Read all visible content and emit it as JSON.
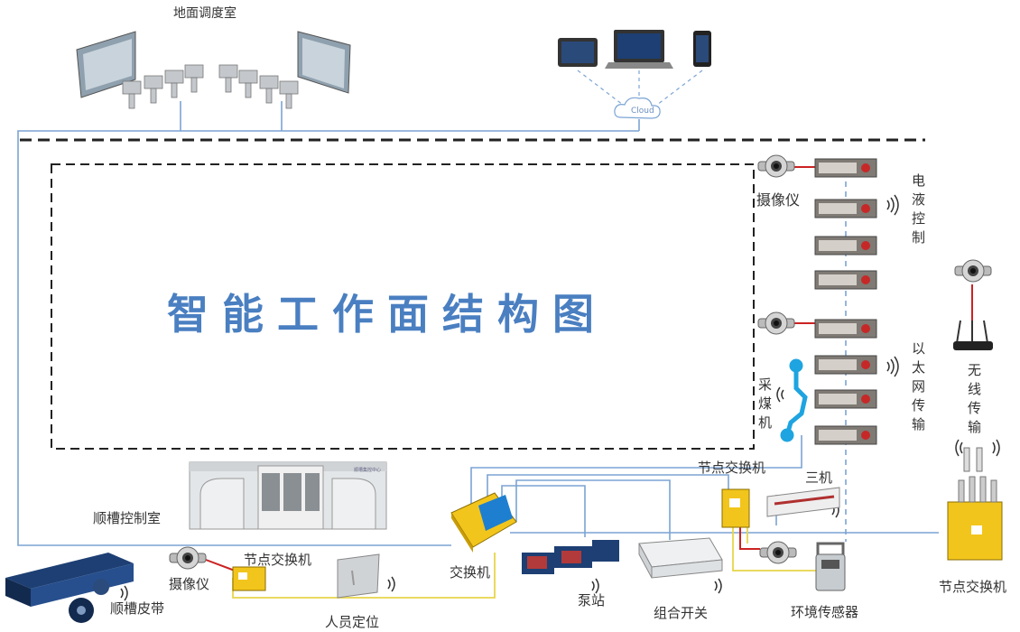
{
  "title": "智能工作面结构图",
  "labels": {
    "ground_control_room": "地面调度室",
    "camera_top": "摄像仪",
    "camera_bottom": "摄像仪",
    "electro_hydraulic": "电液控制",
    "ethernet": "以太网传输",
    "shearer": "采煤机",
    "wireless": "无线传输",
    "node_switch_mid": "节点交换机",
    "three_machines": "三机",
    "chute_control_room": "顺槽控制室",
    "node_switch_left": "节点交换机",
    "switch": "交换机",
    "chute_belt": "顺槽皮带",
    "personnel_positioning": "人员定位",
    "pump_station": "泵站",
    "combination_switch": "组合开关",
    "env_sensor": "环境传感器",
    "node_switch_right": "节点交换机",
    "cloud": "Cloud",
    "control_room_panel": "顺槽集控中心"
  },
  "colors": {
    "blue_line": "#7ba4d4",
    "yellow_line": "#e8d54a",
    "red_line": "#cc2222",
    "dashed": "#222222",
    "device_yellow": "#f2c51c",
    "title": "#4a7fc1",
    "shearer": "#1ea4e0"
  }
}
